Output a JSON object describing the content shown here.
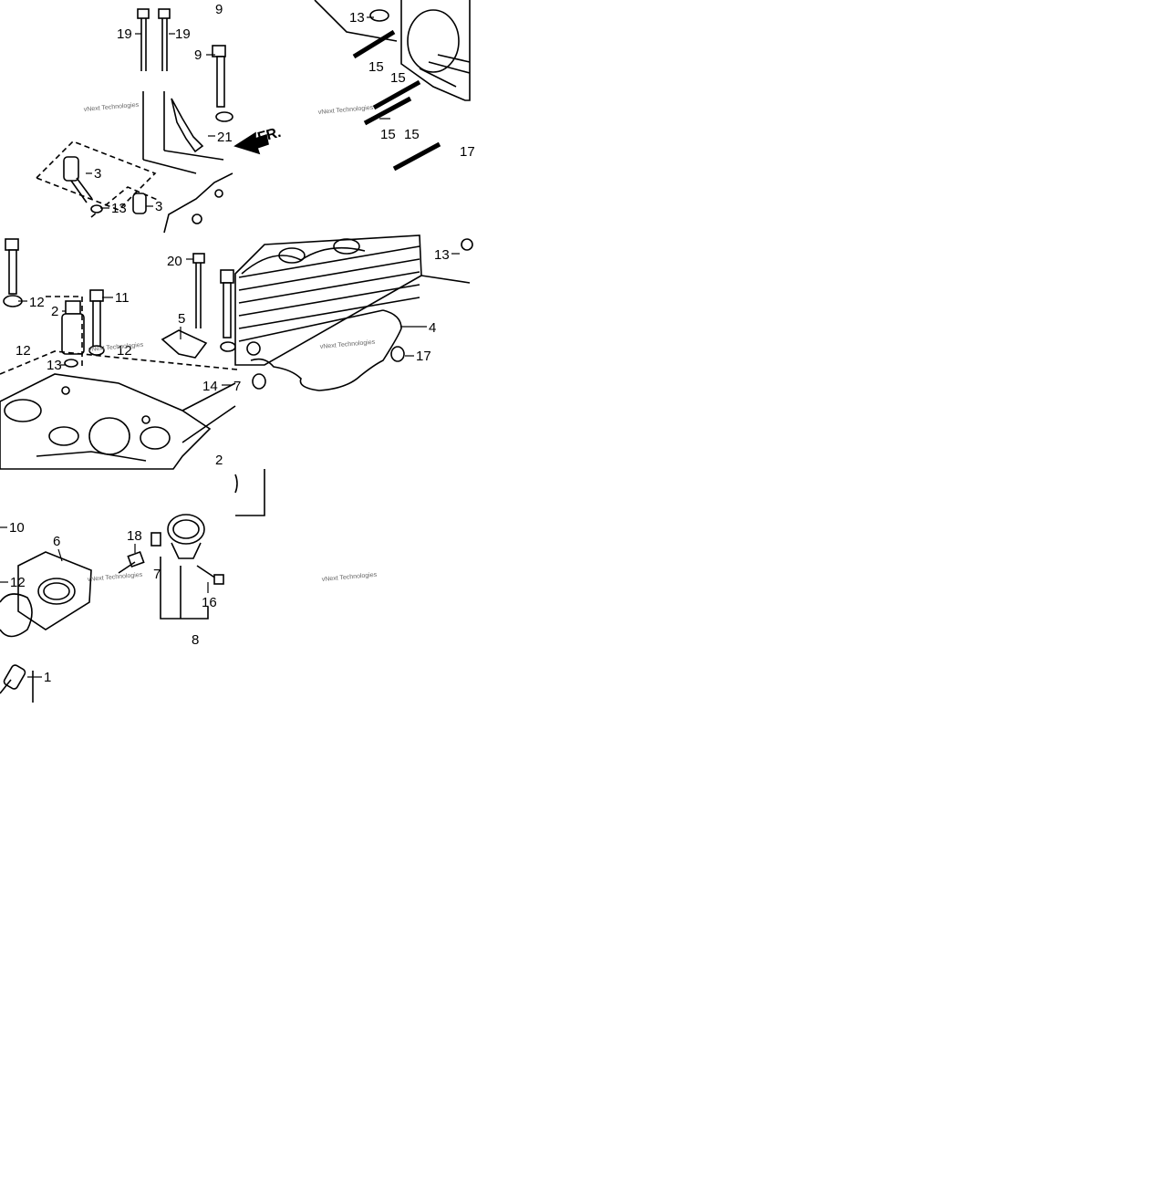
{
  "diagram": {
    "front_marker": "FR.",
    "watermark": "vNext Technologies",
    "callouts": {
      "c1": "1",
      "c2a": "2",
      "c2b": "2",
      "c3a": "3",
      "c3b": "3",
      "c4": "4",
      "c5": "5",
      "c6": "6",
      "c7a": "7",
      "c7b": "7",
      "c8": "8",
      "c9a": "9",
      "c9b": "9",
      "c10": "10",
      "c11": "11",
      "c12a": "12",
      "c12b": "12",
      "c12c": "12",
      "c12d": "12",
      "c13a": "13",
      "c13b": "13",
      "c13c": "13",
      "c13d": "13",
      "c14": "14",
      "c15a": "15",
      "c15b": "15",
      "c15c": "15",
      "c15d": "15",
      "c16": "16",
      "c17a": "17",
      "c17b": "17",
      "c18": "18",
      "c19a": "19",
      "c19b": "19",
      "c20": "20",
      "c21": "21"
    }
  }
}
